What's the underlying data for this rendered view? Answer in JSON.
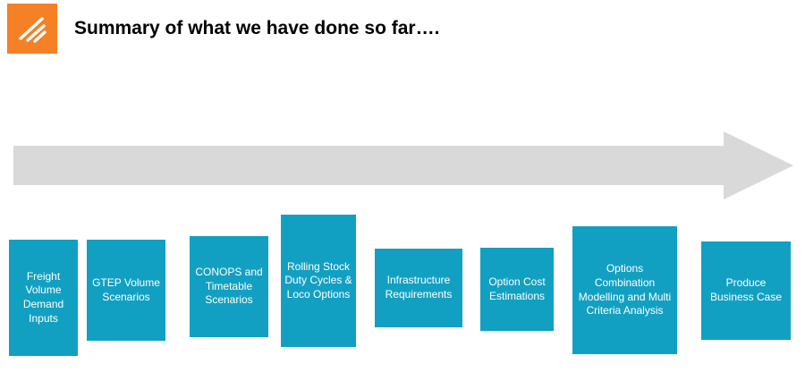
{
  "slide": {
    "title": "Summary of what we have done so far….",
    "logo_icon": "diagonal-swoosh",
    "colors": {
      "logo_background": "#F58025",
      "step_background": "#12A0C2",
      "step_text": "#FFFFFF",
      "arrow": "#D9D9D9",
      "title_text": "#000000"
    }
  },
  "arrow": {
    "direction": "right"
  },
  "steps": [
    {
      "label": "Freight Volume Demand Inputs"
    },
    {
      "label": "GTEP Volume Scenarios"
    },
    {
      "label": "CONOPS and Timetable Scenarios"
    },
    {
      "label": "Rolling Stock Duty Cycles & Loco Options"
    },
    {
      "label": "Infrastructure Requirements"
    },
    {
      "label": "Option Cost Estimations"
    },
    {
      "label": "Options Combination Modelling and Multi Criteria Analysis"
    },
    {
      "label": "Produce Business Case"
    }
  ]
}
